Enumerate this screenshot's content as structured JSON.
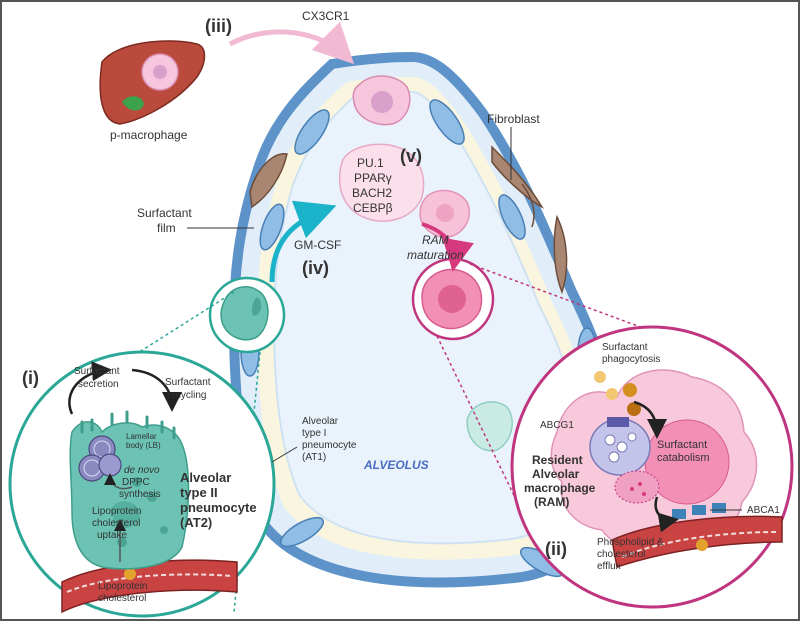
{
  "labels": {
    "cx3cr1": "CX3CR1",
    "step_iii": "(iii)",
    "p_macrophage": "p-macrophage",
    "fibroblast": "Fibroblast",
    "step_v": "(v)",
    "tf_pu1": "PU.1",
    "tf_ppar": "PPARγ",
    "tf_bach2": "BACH2",
    "tf_cebp": "CEBPβ",
    "surfactant_film_1": "Surfactant",
    "surfactant_film_2": "film",
    "gm_csf": "GM-CSF",
    "step_iv": "(iv)",
    "ram_maturation_1": "RAM",
    "ram_maturation_2": "maturation",
    "step_i": "(i)",
    "surf_secretion_1": "Surfactant",
    "surf_secretion_2": "secretion",
    "surf_recycling_1": "Surfactant",
    "surf_recycling_2": "recycling",
    "lamellar_1": "Lamellar",
    "lamellar_2": "body (LB)",
    "de_novo": "de novo",
    "dppc_1": "DPPC",
    "dppc_2": "synthesis",
    "at2_1": "Alveolar",
    "at2_2": "type II",
    "at2_3": "pneumocyte",
    "at2_4": "(AT2)",
    "lipo_uptake_1": "Lipoprotein",
    "lipo_uptake_2": "cholesterol",
    "lipo_uptake_3": "uptake",
    "lipo_chol_1": "Lipoprotein",
    "lipo_chol_2": "cholesterol",
    "at1_1": "Alveolar",
    "at1_2": "type I",
    "at1_3": "pneumocyte",
    "at1_4": "(AT1)",
    "alveolus": "ALVEOLUS",
    "surf_phago_1": "Surfactant",
    "surf_phago_2": "phagocytosis",
    "abcg1": "ABCG1",
    "surf_catab_1": "Surfactant",
    "surf_catab_2": "catabolism",
    "ram_1": "Resident",
    "ram_2": "Alveolar",
    "ram_3": "macrophage",
    "ram_4": "(RAM)",
    "abca1": "ABCA1",
    "step_ii": "(ii)",
    "efflux_1": "Phospholipid &",
    "efflux_2": "cholesterol",
    "efflux_3": "efflux"
  },
  "colors": {
    "alveolar_wall": "#6fa3d6",
    "alveolus_fill": "#eaf3fb",
    "surfactant_film": "#f7f3dc",
    "at2_cell": "#6cc3b3",
    "ram_cell": "#f4a7c4",
    "monocyte": "#f6c6dc",
    "fibroblast": "#a58470",
    "liver": "#b94a3c",
    "at2_circle": "#2aa796",
    "ram_circle": "#c0357f",
    "blood_vessel": "#a32a2a"
  }
}
